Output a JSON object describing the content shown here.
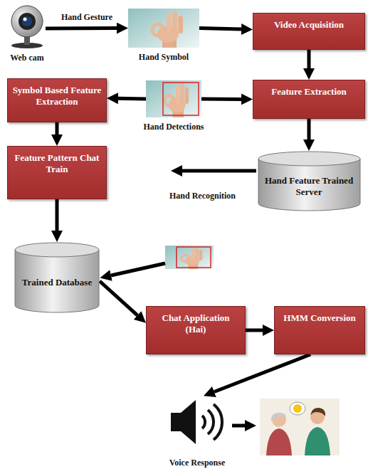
{
  "diagram": {
    "nodes": [
      {
        "text": [
          "Web cam"
        ]
      },
      {
        "text": [
          "Hand Symbol"
        ]
      },
      {
        "text": [
          "Video Acquisition"
        ]
      },
      {
        "text": [
          "Symbol Based Feature Extraction"
        ]
      },
      {
        "text": [
          "Hand Detections"
        ]
      },
      {
        "text": [
          "Feature Extraction"
        ]
      },
      {
        "text": [
          "Feature Pattern Chat Train"
        ]
      },
      {
        "text": [
          "Hand Feature Trained Server"
        ]
      },
      {
        "text": [
          "Trained Database"
        ]
      },
      {
        "text": [
          "Chat Application (Hai)"
        ]
      },
      {
        "text": [
          "HMM Conversion"
        ]
      },
      {
        "text": [
          "Voice Response"
        ]
      }
    ],
    "edges": [
      {
        "from": 0,
        "to": 1,
        "label": "Hand Gesture",
        "arrow": "to"
      },
      {
        "from": 1,
        "to": 2,
        "arrow": "to"
      },
      {
        "from": 2,
        "to": 5,
        "arrow": "to"
      },
      {
        "from": 4,
        "to": 5,
        "arrow": "to"
      },
      {
        "from": 4,
        "to": 3,
        "arrow": "to"
      },
      {
        "from": 3,
        "to": 6,
        "arrow": "to"
      },
      {
        "from": 5,
        "to": 7,
        "arrow": "to"
      },
      {
        "from": 6,
        "to": 8,
        "arrow": "to"
      },
      {
        "from": 8,
        "to": 9,
        "arrow": "to"
      },
      {
        "from": 9,
        "to": 10,
        "arrow": "to"
      },
      {
        "from": 10,
        "to": 11,
        "arrow": "to"
      }
    ],
    "labels": [
      "Hand Recognition"
    ]
  }
}
